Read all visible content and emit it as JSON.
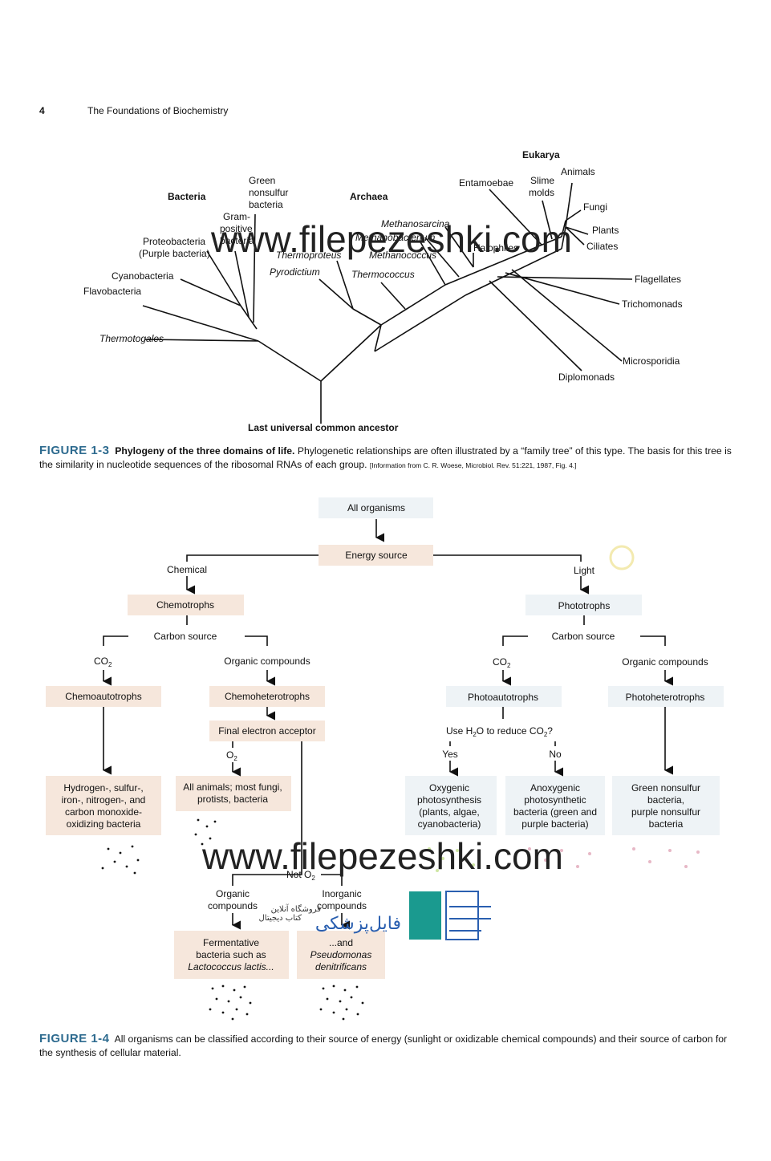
{
  "header": {
    "page_number": "4",
    "running_title": "The Foundations of Biochemistry"
  },
  "fig13": {
    "domains": {
      "bacteria": "Bacteria",
      "archaea": "Archaea",
      "eukarya": "Eukarya"
    },
    "root": "Last universal common ancestor",
    "bacteria_taxa": {
      "green_nonsulfur": [
        "Green",
        "nonsulfur",
        "bacteria"
      ],
      "gram_positive": [
        "Gram-",
        "positive",
        "bacteria"
      ],
      "proteobacteria": [
        "Proteobacteria",
        "(Purple bacteria)"
      ],
      "cyanobacteria": "Cyanobacteria",
      "flavobacteria": "Flavobacteria",
      "thermotogales": "Thermotogales"
    },
    "archaea_taxa": {
      "methanosarcina": "Methanosarcina",
      "methanobacterium": "Methanobacterium",
      "halophiles": "Halophiles",
      "methanococcus": "Methanococcus",
      "thermoproteus": "Thermoproteus",
      "pyrodictium": "Pyrodictium",
      "thermococcus": "Thermococcus"
    },
    "eukarya_taxa": {
      "entamoebae": "Entamoebae",
      "slime_molds": [
        "Slime",
        "molds"
      ],
      "animals": "Animals",
      "fungi": "Fungi",
      "plants": "Plants",
      "ciliates": "Ciliates",
      "flagellates": "Flagellates",
      "trichomonads": "Trichomonads",
      "microsporidia": "Microsporidia",
      "diplomonads": "Diplomonads"
    },
    "caption": {
      "label": "FIGURE 1-3",
      "title": "Phylogeny of the three domains of life.",
      "text": "Phylogenetic relationships are often illustrated by a “family tree” of this type. The basis for this tree is the similarity in nucleotide sequences of the ribosomal RNAs of each group.",
      "source": "[Information from C. R. Woese, Microbiol. Rev. 51:221, 1987, Fig. 4.]"
    }
  },
  "fig14": {
    "all_organisms": "All organisms",
    "energy_source": "Energy source",
    "chemical": "Chemical",
    "light": "Light",
    "chemotrophs": "Chemotrophs",
    "phototrophs": "Phototrophs",
    "carbon_source_left": "Carbon source",
    "carbon_source_right": "Carbon source",
    "co2": "CO",
    "co2_sub": "2",
    "organic_compounds": "Organic compounds",
    "chemoautotrophs": "Chemoautotrophs",
    "chemoheterotrophs": "Chemoheterotrophs",
    "photoautotrophs": "Photoautotrophs",
    "photoheterotrophs": "Photoheterotrophs",
    "final_electron_acceptor": "Final electron acceptor",
    "o2": "O",
    "o2_sub": "2",
    "not_o2": "Not O",
    "use_h2o_a": "Use H",
    "use_h2o_b": "O to reduce CO",
    "use_h2o_c": "?",
    "yes": "Yes",
    "no": "No",
    "chemoauto_examples": [
      "Hydrogen-, sulfur-,",
      "iron-, nitrogen-, and",
      "carbon monoxide-",
      "oxidizing bacteria"
    ],
    "chemohetero_examples": [
      "All animals; most fungi,",
      "protists, bacteria"
    ],
    "oxygenic": [
      "Oxygenic",
      "photosynthesis",
      "(plants, algae,",
      "cyanobacteria)"
    ],
    "anoxygenic": [
      "Anoxygenic",
      "photosynthetic",
      "bacteria (green and",
      "purple bacteria)"
    ],
    "photohetero_examples": [
      "Green nonsulfur",
      "bacteria,",
      "purple nonsulfur",
      "bacteria"
    ],
    "organic_cmp": [
      "Organic",
      "compounds"
    ],
    "inorganic_cmp": [
      "Inorganic",
      "compounds"
    ],
    "fermentative": [
      "Fermentative",
      "bacteria such as",
      "Lactococcus lactis..."
    ],
    "pseudomonas": [
      "...and",
      "Pseudomonas",
      "denitrificans"
    ],
    "caption": {
      "label": "FIGURE 1-4",
      "text": "All organisms can be classified according to their source of energy (sunlight or oxidizable chemical compounds) and their source of carbon for the synthesis of cellular material."
    }
  },
  "watermark": {
    "url": "www.filepezeshki.com",
    "logo_text": "فایل‌پزشکی",
    "logo_sub_1": "فروشگاه آنلاین",
    "logo_sub_2": "کتاب دیجیتال"
  }
}
